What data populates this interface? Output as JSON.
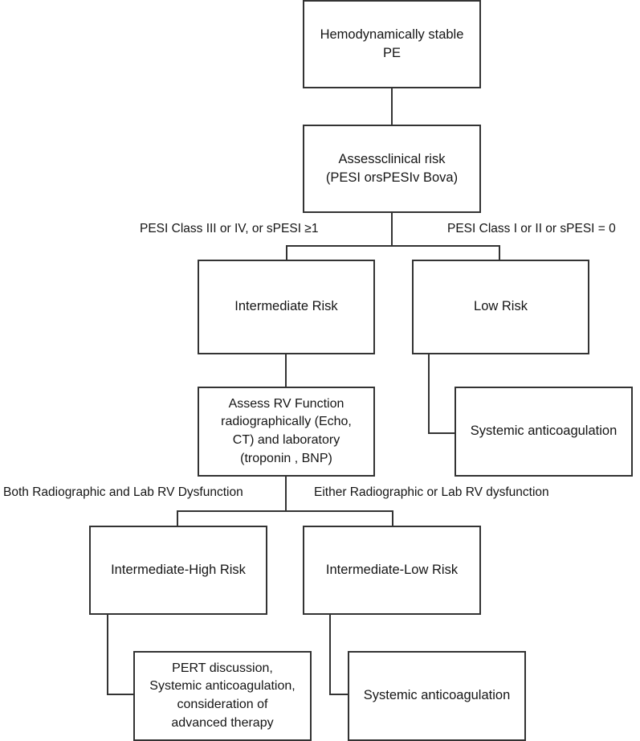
{
  "diagram": {
    "title": "Hemodynamically stable PE risk stratification flowchart",
    "line_color": "#333333",
    "text_color": "#151515",
    "background": "#ffffff",
    "nodes": {
      "root": "Hemodynamically stable\nPE",
      "assess_clinical_risk": "Assessclinical risk\n(PESI orsPESIv Bova)",
      "intermediate_risk": "Intermediate Risk",
      "low_risk": "Low Risk",
      "assess_rv_function": "Assess RV Function\nradiographically (Echo,\nCT) and laboratory\n(troponin , BNP)",
      "low_risk_treatment": "Systemic anticoagulation",
      "intermediate_high_risk": "Intermediate-High  Risk",
      "intermediate_low_risk": "Intermediate-Low Risk",
      "intermediate_high_treatment": "PERT discussion,\nSystemic anticoagulation,\nconsideration of\nadvanced therapy",
      "intermediate_low_treatment": "Systemic anticoagulation"
    },
    "edge_labels": {
      "to_intermediate_risk": "PESI Class III or IV, or sPESI ≥1",
      "to_low_risk": "PESI Class I or II or sPESI = 0",
      "to_intermediate_high": "Both Radiographic and Lab RV Dysfunction",
      "to_intermediate_low": "Either Radiographic or Lab RV dysfunction"
    }
  }
}
